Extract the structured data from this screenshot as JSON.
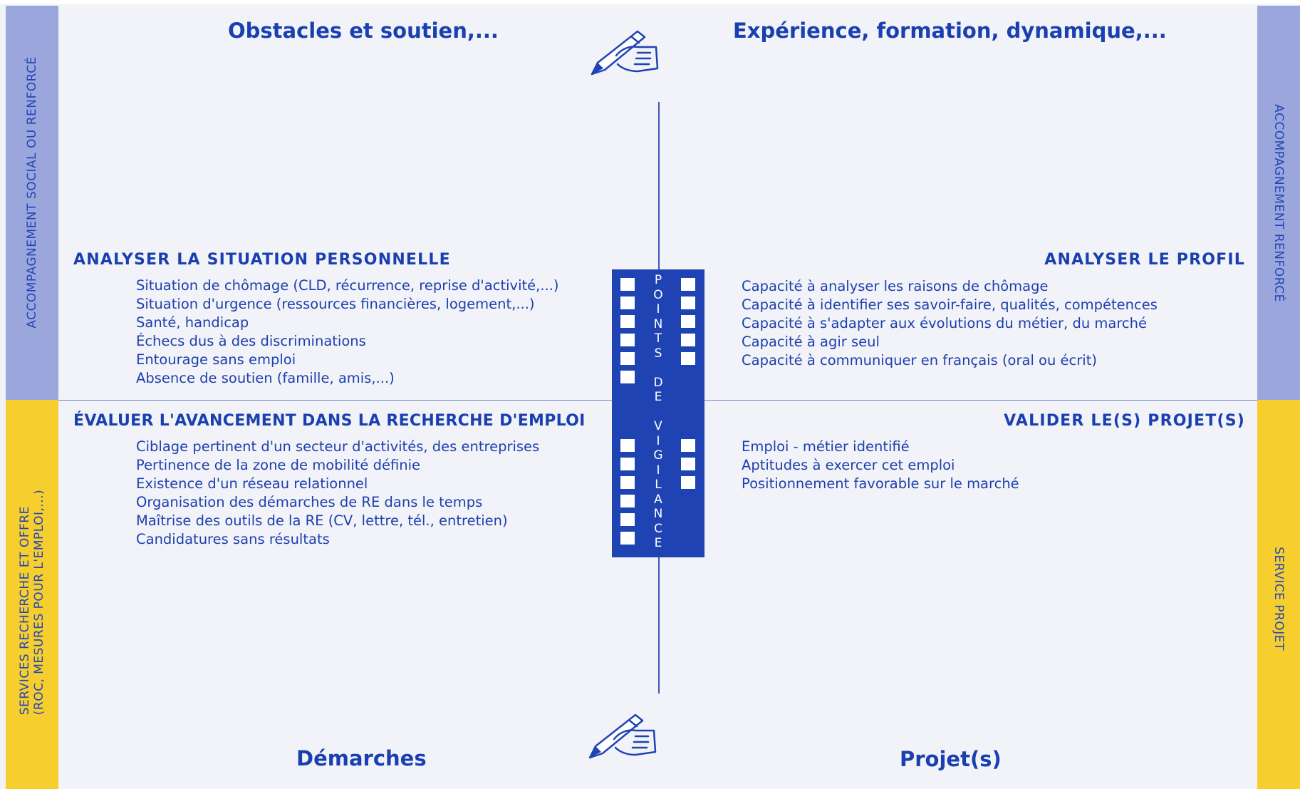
{
  "headings": {
    "top_left": "Obstacles et soutien,...",
    "top_right": "Expérience, formation, dynamique,...",
    "bottom_left": "Démarches",
    "bottom_right": "Projet(s)"
  },
  "side_bands": {
    "top_left": "ACCOMPAGNEMENT SOCIAL OU RENFORCÉ",
    "bottom_left_line1": "SERVICES RECHERCHE ET OFFRE",
    "bottom_left_line2": "(ROC, MESURES POUR L'EMPLOI,...)",
    "top_right": "ACCOMPAGNEMENT RENFORCÉ",
    "bottom_right": "SERVICE PROJET",
    "colors": {
      "blue": "#9aa6dc",
      "yellow": "#f6cf2f"
    }
  },
  "sections": {
    "top_left": {
      "title": "ANALYSER LA SITUATION PERSONNELLE",
      "items": [
        "Situation de chômage (CLD, récurrence, reprise d'activité,...)",
        "Situation d'urgence (ressources financières, logement,...)",
        "Santé, handicap",
        "Échecs dus à des discriminations",
        "Entourage sans emploi",
        "Absence de soutien (famille, amis,...)"
      ]
    },
    "top_right": {
      "title": "ANALYSER LE PROFIL",
      "items": [
        "Capacité à analyser les raisons de chômage",
        "Capacité à identifier ses savoir-faire, qualités, compétences",
        "Capacité à s'adapter aux évolutions du métier, du marché",
        "Capacité à agir seul",
        "Capacité à communiquer en français (oral ou écrit)"
      ]
    },
    "bottom_left": {
      "title": "ÉVALUER L'AVANCEMENT DANS LA RECHERCHE D'EMPLOI",
      "items": [
        "Ciblage pertinent d'un secteur d'activités, des entreprises",
        "Pertinence de la zone de mobilité définie",
        "Existence d'un réseau relationnel",
        "Organisation des démarches de RE dans le temps",
        "Maîtrise des outils de la RE (CV, lettre, tél., entretien)",
        "Candidatures sans résultats"
      ]
    },
    "bottom_right": {
      "title": "VALIDER LE(S) PROJET(S)",
      "items": [
        "Emploi - métier identifié",
        "Aptitudes à exercer cet emploi",
        "Positionnement favorable sur le marché"
      ]
    }
  },
  "vigilance": {
    "letters": [
      "P",
      "O",
      "I",
      "N",
      "T",
      "S",
      "",
      "D",
      "E",
      "",
      "V",
      "I",
      "G",
      "I",
      "L",
      "A",
      "N",
      "C",
      "E"
    ],
    "color": "#1f43b3"
  },
  "icons": [
    "pen-hand-icon",
    "pen-hand-icon"
  ]
}
